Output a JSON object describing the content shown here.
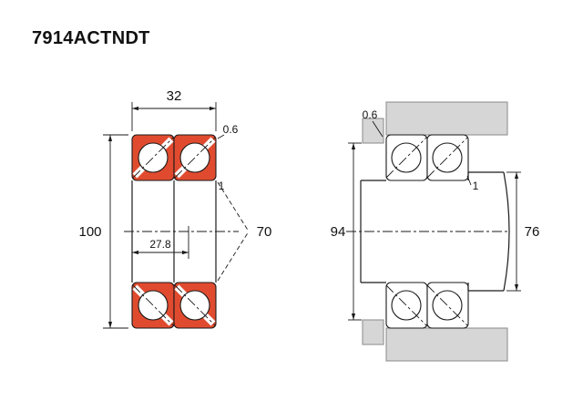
{
  "title": "7914ACTNDT",
  "colors": {
    "ring_fill": "#e04b2f",
    "housing_fill": "#d6d6d6",
    "line": "#1a1a1a",
    "background": "#ffffff"
  },
  "left_view": {
    "dims": {
      "width": "32",
      "outside_diameter": "100",
      "bore_diameter": "70",
      "load_center_offset": "27.8",
      "outer_chamfer": "0.6",
      "inner_chamfer": "1"
    }
  },
  "right_view": {
    "dims": {
      "housing_abutment_diameter": "94",
      "shaft_abutment_diameter": "76",
      "housing_fillet": "0.6",
      "shaft_fillet": "1"
    }
  }
}
